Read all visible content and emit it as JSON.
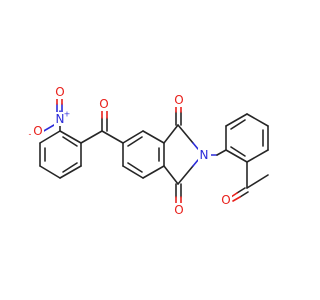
{
  "structure": {
    "atoms": {
      "nitro_n": {
        "symbol": "N",
        "charge": "+",
        "color": "#2b2bd9"
      },
      "nitro_o_minus": {
        "symbol": "O",
        "charge": "-",
        "color": "#e8201b"
      },
      "nitro_o_top": {
        "symbol": "O",
        "color": "#e8201b"
      },
      "ketone_o": {
        "symbol": "O",
        "color": "#e8201b"
      },
      "imide_o_top": {
        "symbol": "O",
        "color": "#e8201b"
      },
      "imide_o_bottom": {
        "symbol": "O",
        "color": "#e8201b"
      },
      "imide_n": {
        "symbol": "N",
        "color": "#2b2bd9"
      },
      "acetyl_o": {
        "symbol": "O",
        "color": "#e8201b"
      }
    },
    "bond_color": "#262626"
  }
}
